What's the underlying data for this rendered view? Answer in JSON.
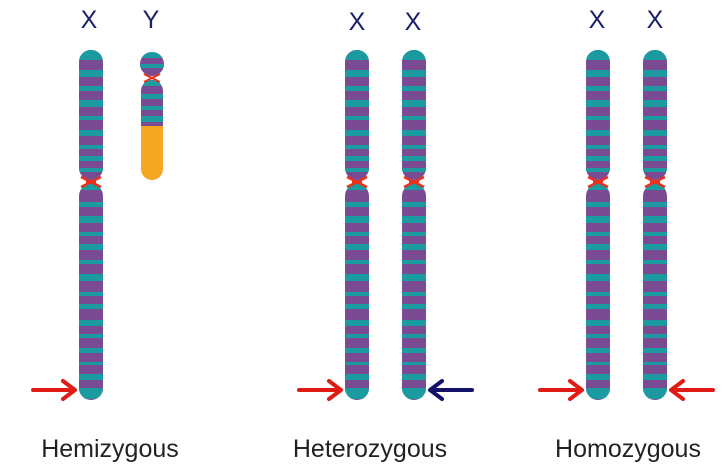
{
  "colors": {
    "band_purple": "#7a4a93",
    "band_teal": "#1b9aa0",
    "centromere": "#e8321e",
    "y_arm": "#f5a623",
    "arrow_red": "#e01a14",
    "arrow_blue": "#13136b",
    "label_dark": "#1a1f6b"
  },
  "groups": [
    {
      "label": "Hemizygous",
      "chromosomes": [
        {
          "label": "X",
          "type": "x",
          "arrow": "left-red"
        },
        {
          "label": "Y",
          "type": "y",
          "arrow": "none"
        }
      ]
    },
    {
      "label": "Heterozygous",
      "chromosomes": [
        {
          "label": "X",
          "type": "x",
          "arrow": "left-red"
        },
        {
          "label": "X",
          "type": "x",
          "arrow": "right-blue"
        }
      ]
    },
    {
      "label": "Homozygous",
      "chromosomes": [
        {
          "label": "X",
          "type": "x",
          "arrow": "left-red"
        },
        {
          "label": "X",
          "type": "x",
          "arrow": "right-red"
        }
      ]
    }
  ]
}
